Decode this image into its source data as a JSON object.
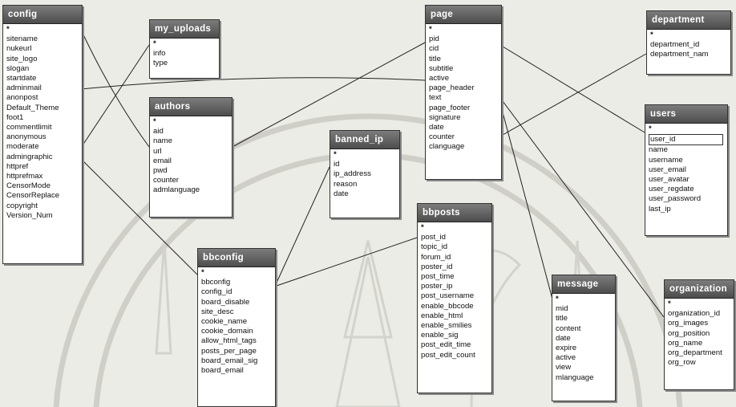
{
  "tables": [
    {
      "id": "config",
      "title": "config",
      "fields": [
        "*",
        "sitename",
        "nukeurl",
        "site_logo",
        "slogan",
        "startdate",
        "adminmail",
        "anonpost",
        "Default_Theme",
        "foot1",
        "commentlimit",
        "anonymous",
        "moderate",
        "admingraphic",
        "httpref",
        "httprefmax",
        "CensorMode",
        "CensorReplace",
        "copyright",
        "Version_Num"
      ]
    },
    {
      "id": "my_uploads",
      "title": "my_uploads",
      "fields": [
        "*",
        "info",
        "type"
      ]
    },
    {
      "id": "authors",
      "title": "authors",
      "fields": [
        "*",
        "aid",
        "name",
        "url",
        "email",
        "pwd",
        "counter",
        "admlanguage"
      ]
    },
    {
      "id": "banned_ip",
      "title": "banned_ip",
      "fields": [
        "*",
        "id",
        "ip_address",
        "reason",
        "date"
      ]
    },
    {
      "id": "bbconfig",
      "title": "bbconfig",
      "fields": [
        "*",
        "bbconfig",
        "config_id",
        "board_disable",
        "site_desc",
        "cookie_name",
        "cookie_domain",
        "allow_html_tags",
        "posts_per_page",
        "board_email_sig",
        "board_email"
      ]
    },
    {
      "id": "page",
      "title": "page",
      "fields": [
        "*",
        "pid",
        "cid",
        "title",
        "subtitle",
        "active",
        "page_header",
        "text",
        "page_footer",
        "signature",
        "date",
        "counter",
        "clanguage"
      ]
    },
    {
      "id": "bbposts",
      "title": "bbposts",
      "fields": [
        "*",
        "post_id",
        "topic_id",
        "forum_id",
        "poster_id",
        "post_time",
        "poster_ip",
        "post_username",
        "enable_bbcode",
        "enable_html",
        "enable_smilies",
        "enable_sig",
        "post_edit_time",
        "post_edit_count"
      ]
    },
    {
      "id": "department",
      "title": "department",
      "fields": [
        "*",
        "department_id",
        "department_nam"
      ]
    },
    {
      "id": "users",
      "title": "users",
      "fields": [
        "*",
        "user_id",
        "name",
        "username",
        "user_email",
        "user_avatar",
        "user_regdate",
        "user_password",
        "last_ip"
      ]
    },
    {
      "id": "message",
      "title": "message",
      "fields": [
        "*",
        "mid",
        "title",
        "content",
        "date",
        "expire",
        "active",
        "view",
        "mlanguage"
      ]
    },
    {
      "id": "organization",
      "title": "organization",
      "fields": [
        "*",
        "organization_id",
        "org_images",
        "org_position",
        "org_name",
        "org_department",
        "org_row"
      ]
    }
  ],
  "colors": {
    "title_bar": "#5a5a5a",
    "background": "#ecece6",
    "watermark": "#c9c9c2"
  }
}
